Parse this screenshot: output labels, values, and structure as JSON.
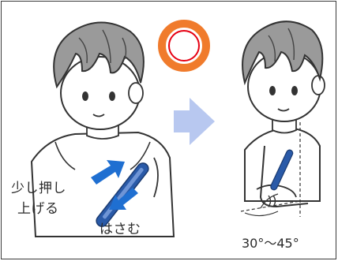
{
  "labels": {
    "push_up_line1": "少し押し",
    "push_up_line2": "上げる",
    "pinch": "はさむ",
    "angle": "30°〜45°"
  },
  "colors": {
    "circle_ring": "#f07b2c",
    "circle_outline": "#e60012",
    "arrow_blue": "#1f6fd1",
    "arrow_light": "#b8c8f0",
    "thermometer": "#2a5aa8",
    "hair": "#9a9a9a",
    "outline": "#333333"
  },
  "icons": [
    "correct-circle-icon",
    "right-arrow-icon",
    "push-arrow-icon",
    "pinch-arrow-icon",
    "thermometer-icon"
  ]
}
